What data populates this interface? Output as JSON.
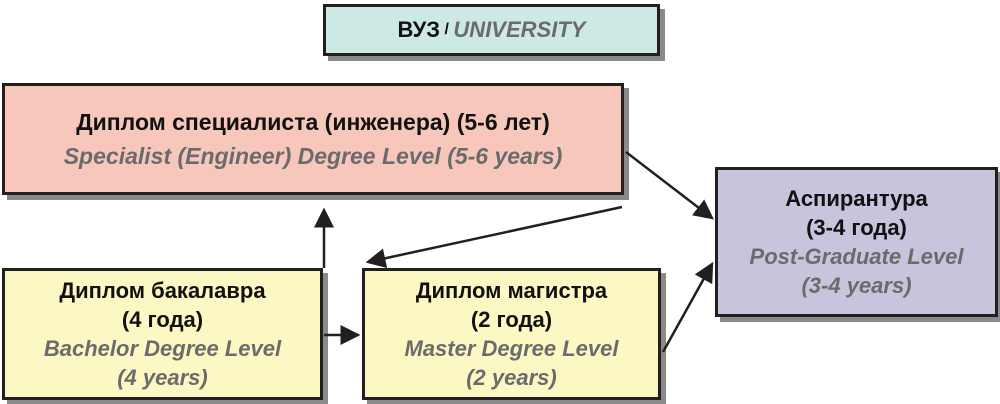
{
  "university": {
    "ru": "ВУЗ",
    "separator": " / ",
    "en": "UNIVERSITY"
  },
  "specialist": {
    "ru": "Диплом специалиста (инженера) (5-6 лет)",
    "en": "Specialist (Engineer) Degree Level (5-6 years)"
  },
  "postgrad": {
    "ru_1": "Аспирантура",
    "ru_2": "(3-4 года)",
    "en_1": "Post-Graduate Level",
    "en_2": "(3-4 years)"
  },
  "bachelor": {
    "ru_1": "Диплом бакалавра",
    "ru_2": "(4 года)",
    "en_1": "Bachelor Degree Level",
    "en_2": "(4 years)"
  },
  "master": {
    "ru_1": "Диплом магистра",
    "ru_2": "(2 года)",
    "en_1": "Master Degree Level",
    "en_2": "(2 years)"
  },
  "colors": {
    "university_fill": "#cde9e6",
    "specialist_fill": "#f7c7bc",
    "postgrad_fill": "#c9c3de",
    "bachelor_master_fill": "#fcf8c3",
    "border": "#231f20",
    "english_text": "#6b6b6b"
  }
}
